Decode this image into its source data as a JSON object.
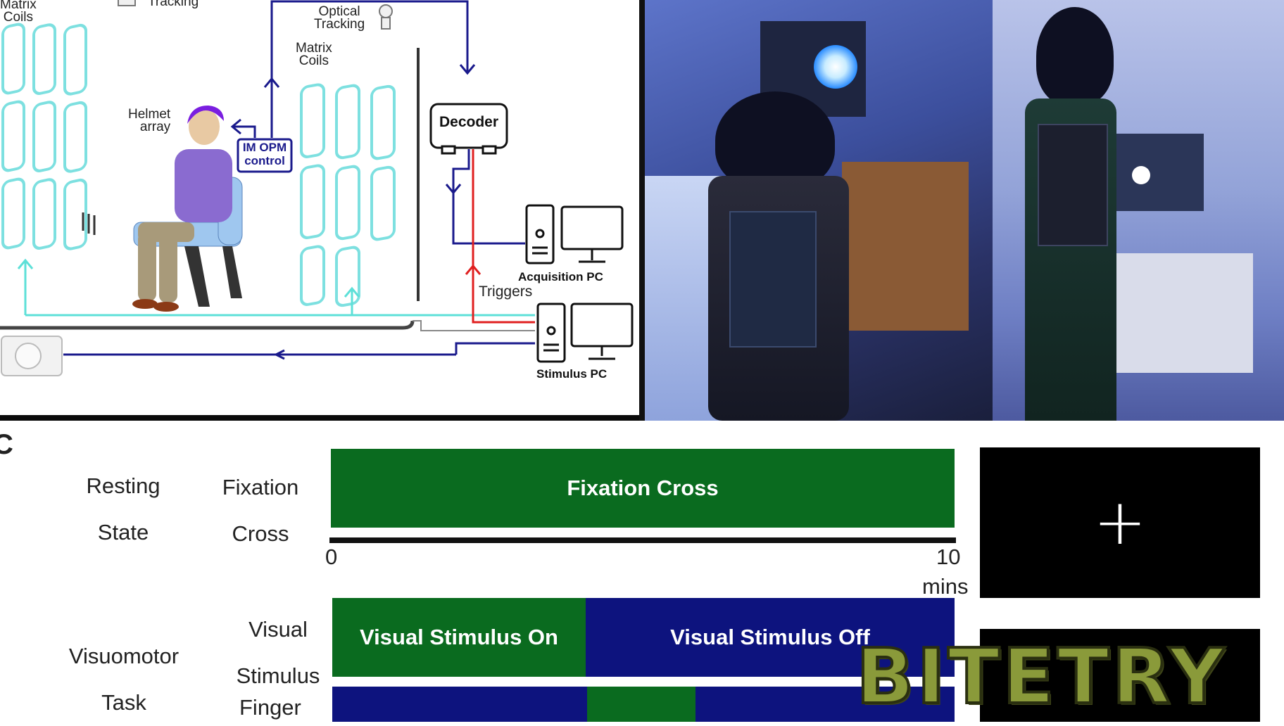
{
  "diagram": {
    "matrix_coils_left": "Matrix\nCoils",
    "tracking_top": "Tracking",
    "optical_tracking": "Optical\nTracking",
    "matrix_coils_mid": "Matrix\nCoils",
    "helmet_array": "Helmet\narray",
    "im_opm_control": "IM OPM\ncontrol",
    "decoder": "Decoder",
    "acquisition_pc": "Acquisition PC",
    "triggers": "Triggers",
    "stimulus_pc": "Stimulus PC"
  },
  "panel_c": {
    "panel_letter": "C",
    "rows": [
      {
        "group": "Resting\nState",
        "label": "Fixation\nCross",
        "bar": "Fixation Cross"
      },
      {
        "group": "Visuomotor\nTask",
        "label_visual": "Visual\nStimulus",
        "label_finger": "Finger",
        "bar_on": "Visual Stimulus On",
        "bar_off": "Visual Stimulus Off"
      }
    ],
    "axis": {
      "start": "0",
      "end": "10",
      "unit": "mins"
    }
  },
  "fixation_preview": {
    "symbol": "+"
  },
  "watermark": {
    "text": "BITETRY"
  },
  "colors": {
    "green": "#0a6b1f",
    "navy": "#0d137e",
    "coil": "#7de0e0",
    "triggers": "#e02020"
  }
}
